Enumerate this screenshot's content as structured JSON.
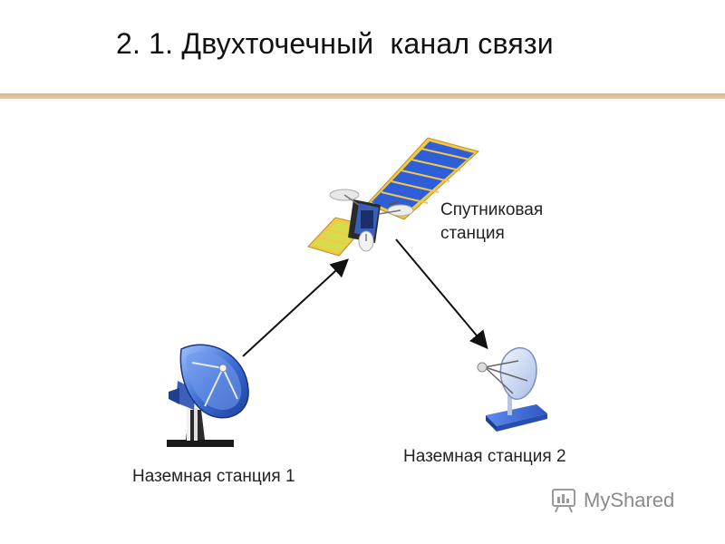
{
  "slide": {
    "title": "2. 1. Двухточечный  канал связи"
  },
  "labels": {
    "satellite_line1": "Спутниковая",
    "satellite_line2": "станция",
    "ground_station_1": "Наземная станция 1",
    "ground_station_2": "Наземная станция 2"
  },
  "watermark": {
    "text": "MyShared"
  },
  "colors": {
    "accent_rule": "#d9b48a",
    "dish_blue": "#3a6fd0",
    "panel_gold": "#f2c84a",
    "panel_blue": "#2f5fd8"
  },
  "icons": {
    "satellite": "satellite-icon",
    "dish_large": "satellite-dish-icon",
    "dish_small": "satellite-dish-icon"
  }
}
